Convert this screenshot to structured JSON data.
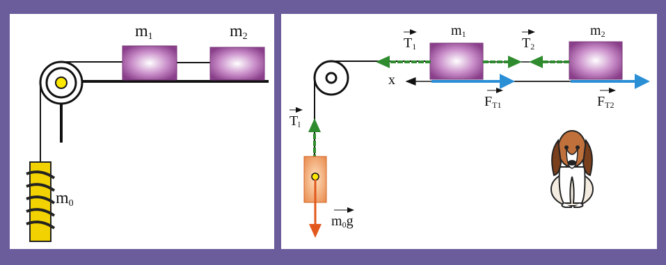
{
  "left_panel": {
    "labels": {
      "m1": {
        "base": "m",
        "sub": "1"
      },
      "m2": {
        "base": "m",
        "sub": "2"
      },
      "m0": {
        "base": "m",
        "sub": "0"
      }
    }
  },
  "right_panel": {
    "labels": {
      "m1": {
        "base": "m",
        "sub": "1"
      },
      "m2": {
        "base": "m",
        "sub": "2"
      },
      "T1_top": {
        "base": "T",
        "sub": "1"
      },
      "T2": {
        "base": "T",
        "sub": "2"
      },
      "T1_vert": {
        "base": "T",
        "sub": "l"
      },
      "FT1": {
        "base": "F",
        "sub": "T1"
      },
      "FT2": {
        "base": "F",
        "sub": "T2"
      },
      "x": "x",
      "m0g": {
        "base": "m",
        "sub": "0",
        "tail": "g"
      }
    }
  },
  "colors": {
    "background": "#6b5c9c",
    "block_mass": "#b06ab0",
    "tension_arrow": "#2e8b2e",
    "friction_arrow": "#2b8fd6",
    "gravity_arrow": "#e2581c",
    "hanging_block": "#f0a060",
    "spring_weight": "#e8c400"
  },
  "icons": {
    "dog": "basset-hound-icon",
    "pulley": "pulley-icon"
  }
}
